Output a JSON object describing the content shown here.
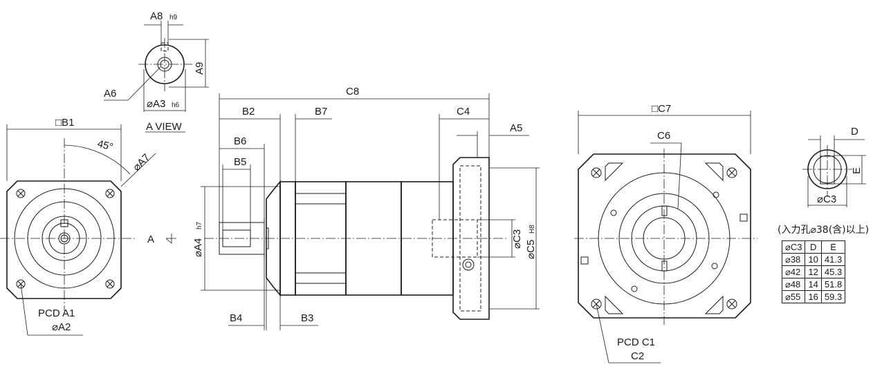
{
  "labels": {
    "a8": "A8",
    "a8_tol": "h9",
    "a9": "A9",
    "a6": "A6",
    "a3": "⌀A3",
    "a3_tol": "h6",
    "a_view": "A VIEW",
    "b1": "□B1",
    "angle": "45°",
    "a7": "⌀A7",
    "pcd_a1": "PCD A1",
    "a2": "⌀A2",
    "c8": "C8",
    "b2": "B2",
    "b7": "B7",
    "c4": "C4",
    "a5": "A5",
    "b6": "B6",
    "b5": "B5",
    "view_arrow": "A",
    "a4": "⌀A4",
    "a4_tol": "h7",
    "c3": "⌀C3",
    "c5": "⌀C5",
    "c5_tol": "H8",
    "b4": "B4",
    "b3": "B3",
    "c7": "□C7",
    "c6": "C6",
    "pcd_c1": "PCD C1",
    "c2": "C2",
    "d": "D",
    "e": "E",
    "c3_detail": "⌀C3"
  },
  "table": {
    "note": "(入力孔⌀38(含)以上)",
    "header": [
      "⌀C3",
      "D",
      "E"
    ],
    "rows": [
      [
        "⌀38",
        "10",
        "41.3"
      ],
      [
        "⌀42",
        "12",
        "45.3"
      ],
      [
        "⌀48",
        "14",
        "51.8"
      ],
      [
        "⌀55",
        "16",
        "59.3"
      ]
    ]
  }
}
